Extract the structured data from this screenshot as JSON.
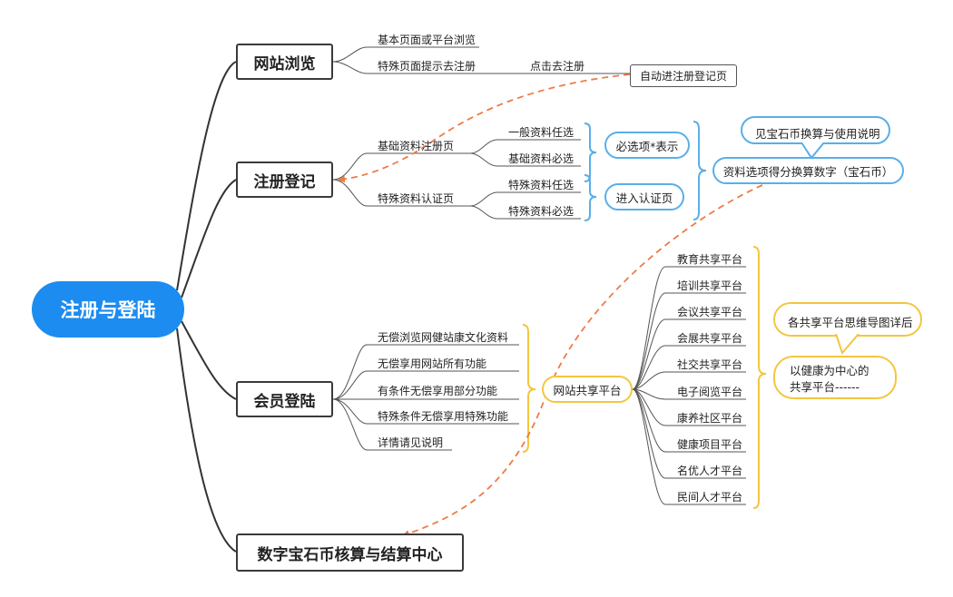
{
  "root": "注册与登陆",
  "branches": {
    "browse": {
      "label": "网站浏览",
      "items": [
        "基本页面或平台浏览",
        "特殊页面提示去注册"
      ],
      "link_label": "点击去注册",
      "target": "自动进注册登记页"
    },
    "register": {
      "label": "注册登记",
      "groups": [
        {
          "label": "基础资料注册页",
          "items": [
            "一般资料任选",
            "基础资料必选"
          ],
          "note": "必选项*表示"
        },
        {
          "label": "特殊资料认证页",
          "items": [
            "特殊资料任选",
            "特殊资料必选"
          ],
          "note": "进入认证页"
        }
      ],
      "convert": "资料选项得分换算数字（宝石币）",
      "callout": "见宝石币换算与使用说明"
    },
    "member": {
      "label": "会员登陆",
      "items": [
        "无偿浏览网健站康文化资料",
        "无偿享用网站所有功能",
        "有条件无偿享用部分功能",
        "特殊条件无偿享用特殊功能",
        "详情请见说明"
      ],
      "hub": "网站共享平台",
      "platforms": [
        "教育共享平台",
        "培训共享平台",
        "会议共享平台",
        "会展共享平台",
        "社交共享平台",
        "电子阅览平台",
        "康养社区平台",
        "健康项目平台",
        "名优人才平台",
        "民间人才平台"
      ],
      "callout": "各共享平台思维导图详后",
      "note_lines": [
        "以健康为中心的",
        "共享平台------"
      ]
    },
    "settle": {
      "label": "数字宝石币核算与结算中心"
    }
  },
  "colors": {
    "root": "#1c8cf0",
    "blue_border": "#5aaee8",
    "yellow_border": "#f3c63e",
    "dashed": "#ee7b45",
    "line": "#3a3a3a"
  }
}
